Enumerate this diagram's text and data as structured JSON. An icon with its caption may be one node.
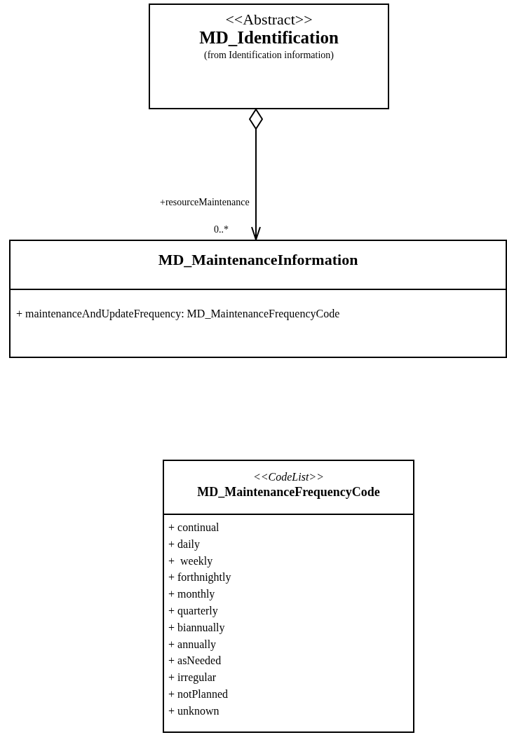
{
  "diagram": {
    "nodes": [
      {
        "text": [
          "<<Abstract>>",
          "MD_Identification",
          "(from Identification information)"
        ]
      },
      {
        "text": [
          "MD_MaintenanceInformation",
          "+ maintenanceAndUpdateFrequency: MD_MaintenanceFrequencyCode"
        ]
      },
      {
        "text": [
          "<<CodeList>>",
          "MD_MaintenanceFrequencyCode",
          "+ continual",
          "+ daily",
          "+  weekly",
          "+ forthnightly",
          "+ monthly",
          "+ quarterly",
          "+ biannually",
          "+ annually",
          "+ asNeeded",
          "+ irregular",
          "+ notPlanned",
          "+ unknown"
        ]
      }
    ],
    "edges": [
      {
        "from": 0,
        "to": 1,
        "arrow": "to",
        "label": "+resourceMaintenance"
      }
    ],
    "labels": [
      "0..*"
    ]
  }
}
